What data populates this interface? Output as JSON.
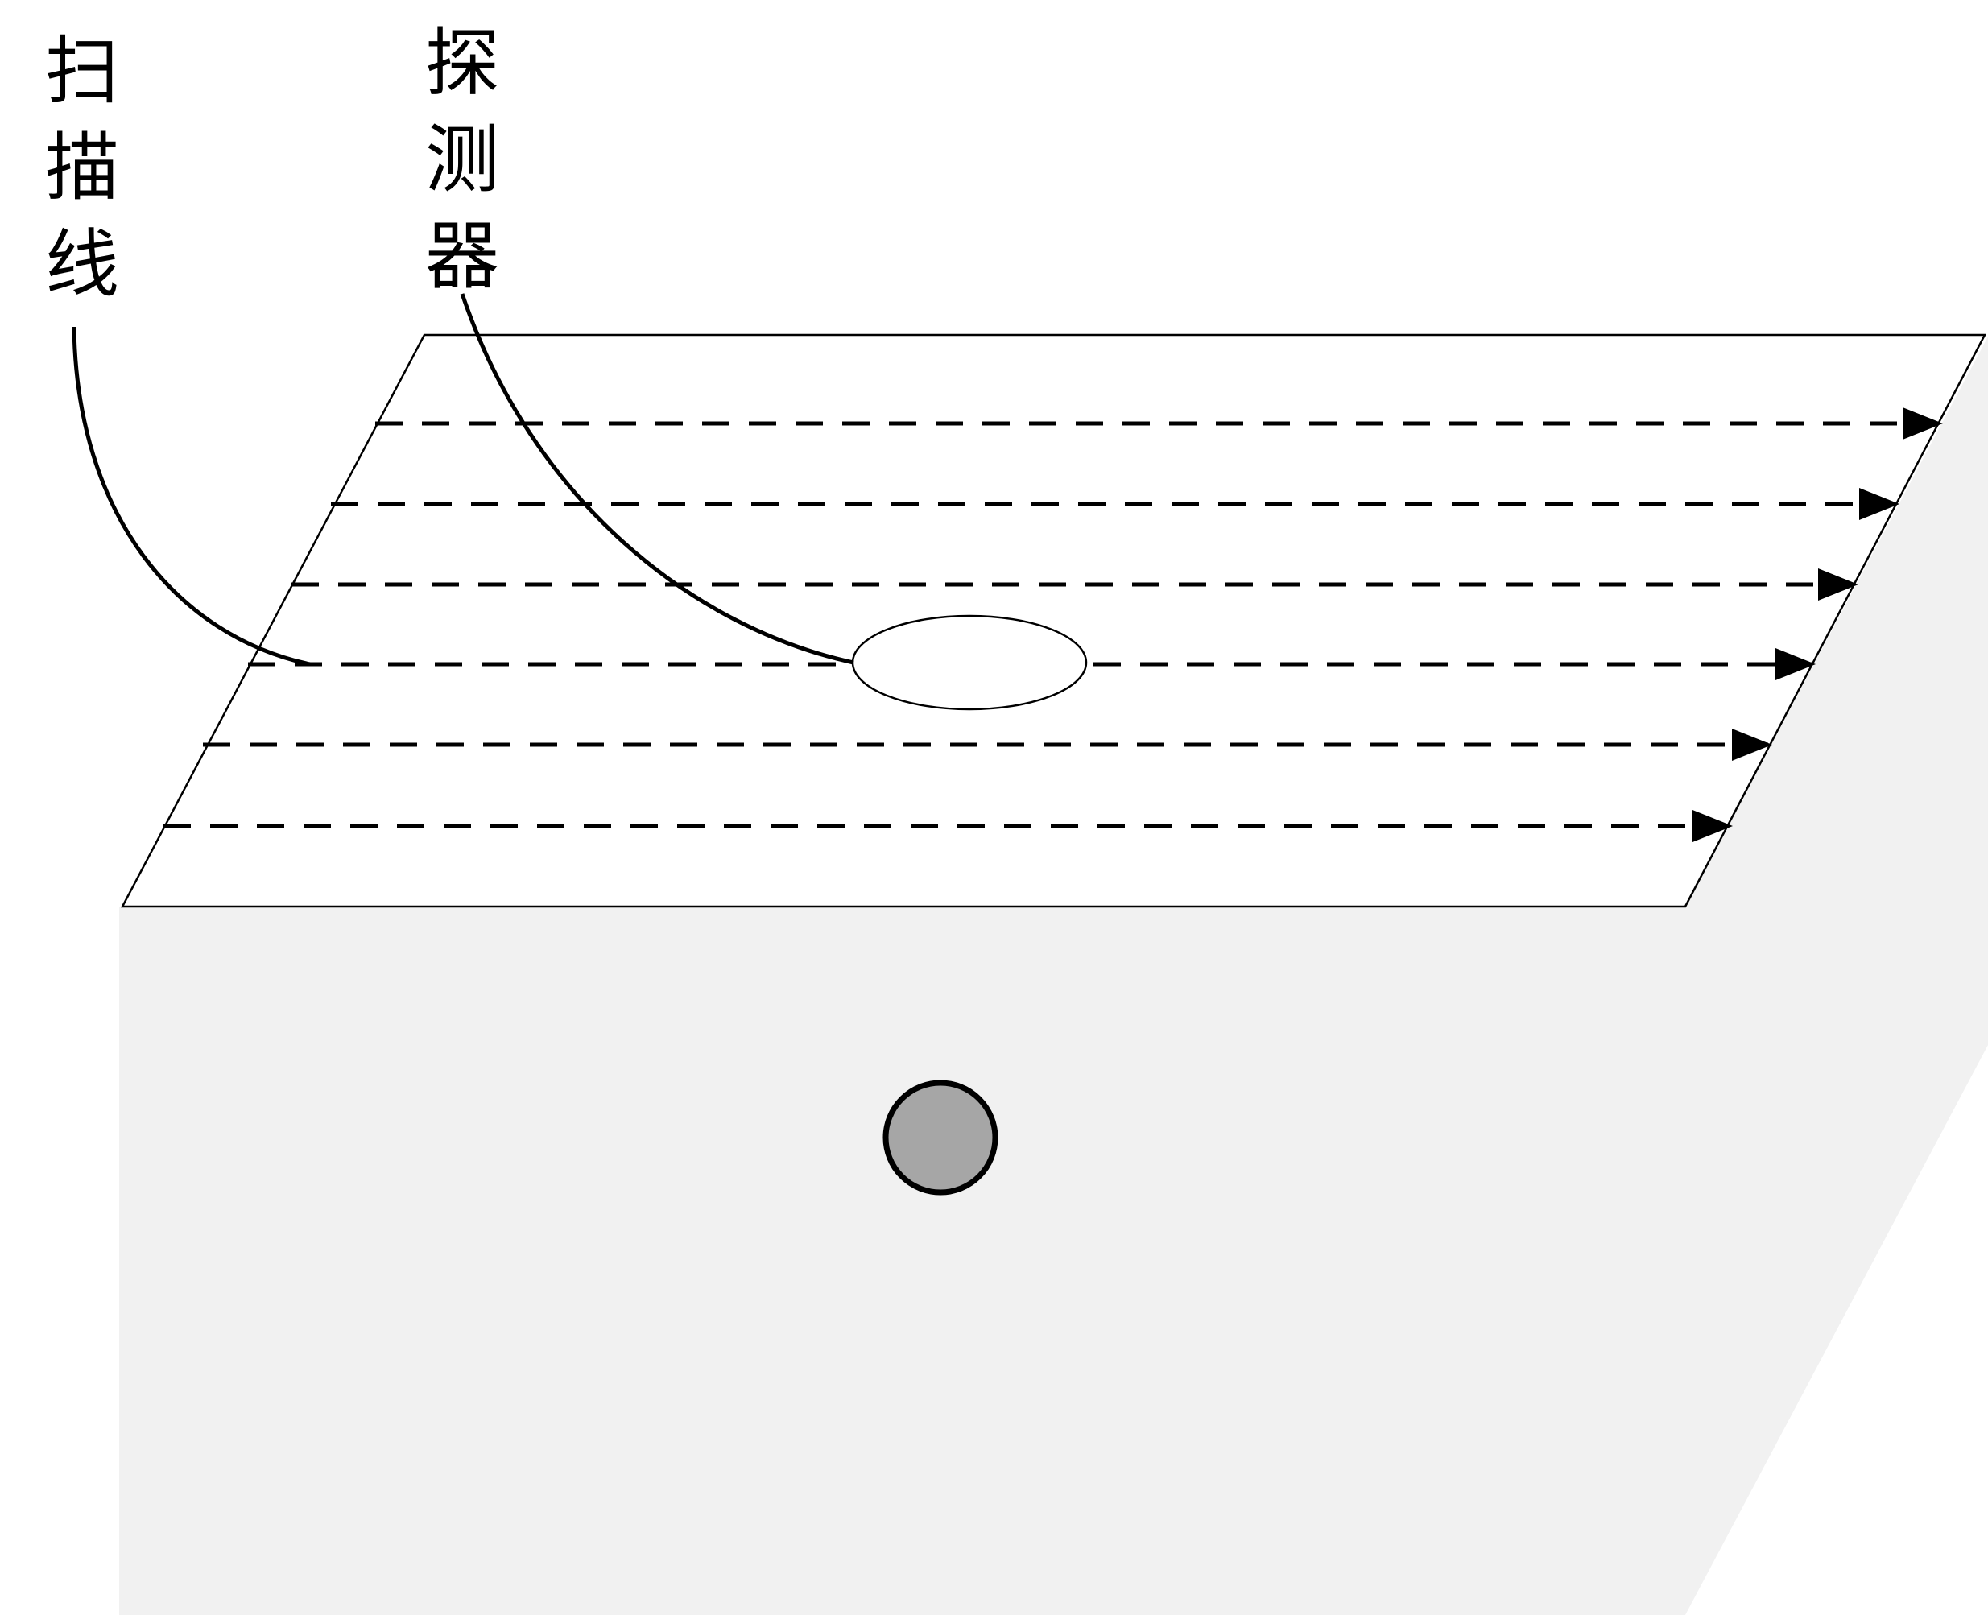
{
  "labels": {
    "scan_line": [
      "扫",
      "描",
      "线"
    ],
    "detector": [
      "探",
      "测",
      "器"
    ]
  },
  "colors": {
    "background": "#ffffff",
    "block_face": "#f1f1f1",
    "top_surface": "#ffffff",
    "stroke": "#000000",
    "defect_fill": "#a6a6a6"
  },
  "scan_lines": {
    "count": 6,
    "direction": "left-to-right",
    "style": "dashed-with-arrowhead"
  },
  "icons": {
    "detector": "ellipse-probe-icon",
    "defect": "circle-defect-icon"
  }
}
